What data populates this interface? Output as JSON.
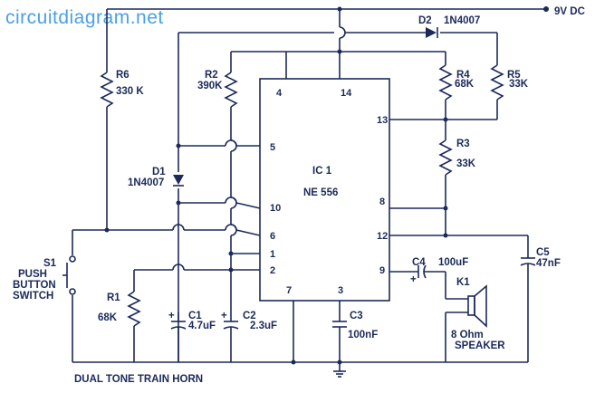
{
  "watermark": "circuitdiagram.net",
  "supply_label": "9V DC",
  "caption": "DUAL TONE TRAIN HORN",
  "ic": {
    "ref": "IC 1",
    "part": "NE 556",
    "pins": {
      "p1": "1",
      "p2": "2",
      "p3": "3",
      "p4": "4",
      "p5": "5",
      "p6": "6",
      "p7": "7",
      "p8": "8",
      "p9": "9",
      "p10": "10",
      "p12": "12",
      "p13": "13",
      "p14": "14"
    }
  },
  "components": {
    "r1": {
      "ref": "R1",
      "value": "68K"
    },
    "r2": {
      "ref": "R2",
      "value": "390K"
    },
    "r3": {
      "ref": "R3",
      "value": "33K"
    },
    "r4": {
      "ref": "R4",
      "value": "68K"
    },
    "r5": {
      "ref": "R5",
      "value": "33K"
    },
    "r6": {
      "ref": "R6",
      "value": "330 K"
    },
    "c1": {
      "ref": "C1",
      "value": "4.7uF"
    },
    "c2": {
      "ref": "C2",
      "value": "2.3uF"
    },
    "c3": {
      "ref": "C3",
      "value": "100nF"
    },
    "c4": {
      "ref": "C4",
      "value": "100uF"
    },
    "c5": {
      "ref": "C5",
      "value": "47nF"
    },
    "d1": {
      "ref": "D1",
      "value": "1N4007"
    },
    "d2": {
      "ref": "D2",
      "value": "1N4007"
    },
    "k1": {
      "ref": "K1",
      "value": "8 Ohm",
      "type": "SPEAKER"
    },
    "s1": {
      "ref": "S1",
      "line1": "PUSH",
      "line2": "BUTTON",
      "line3": "SWITCH"
    }
  },
  "colors": {
    "ink": "#1c2a5a",
    "watermark": "#4aa0e6"
  }
}
